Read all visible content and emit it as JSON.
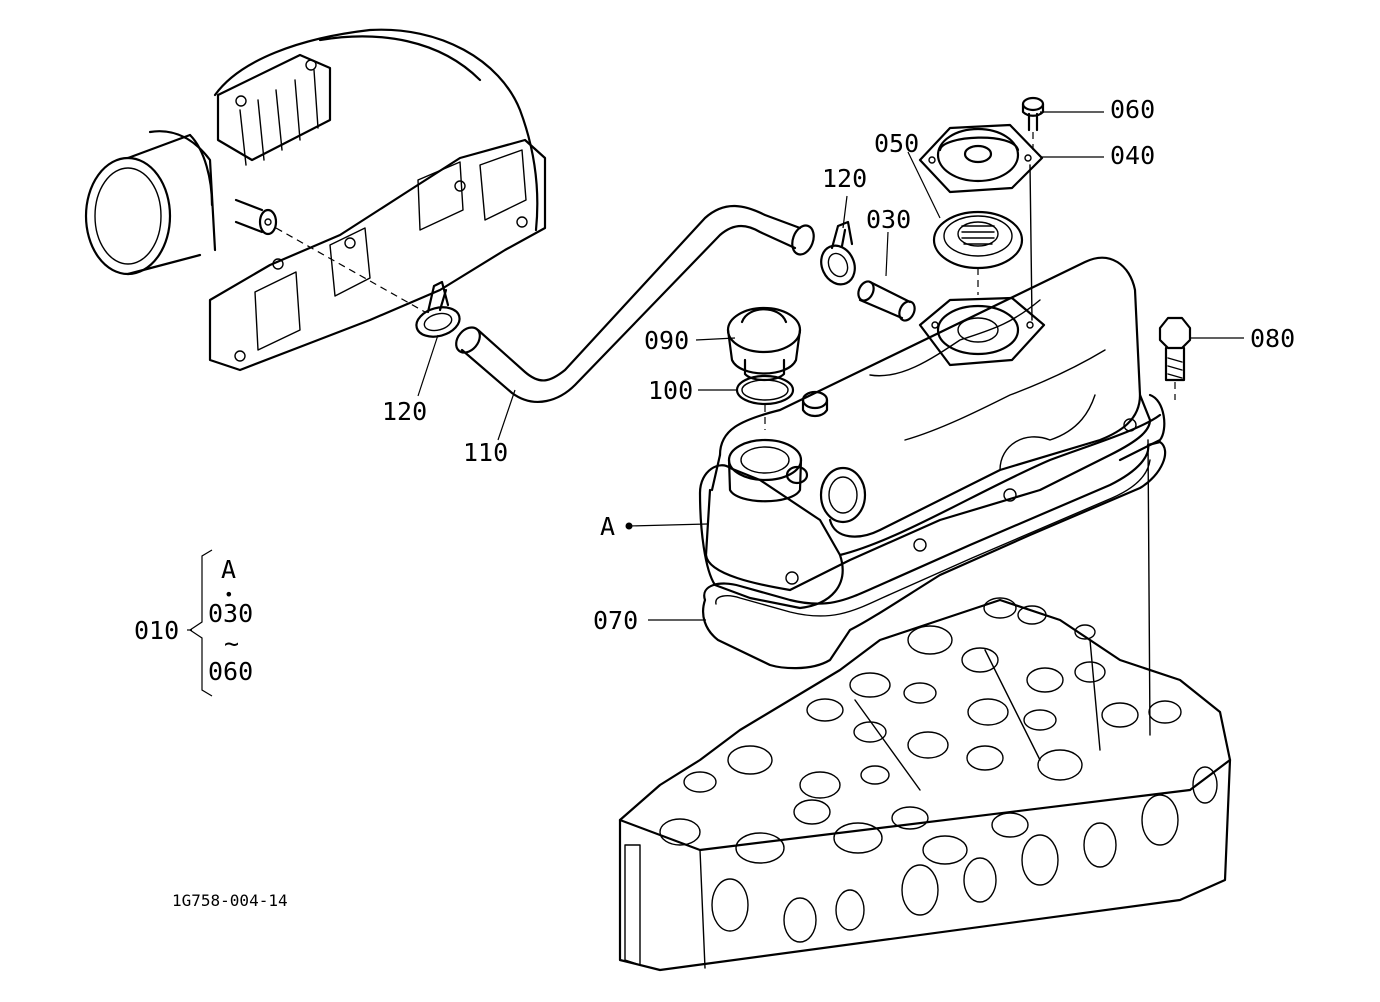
{
  "drawing_code": "1G758-004-14",
  "callouts": {
    "c060": "060",
    "c040": "040",
    "c050": "050",
    "c120a": "120",
    "c030": "030",
    "c080": "080",
    "c090": "090",
    "c100": "100",
    "c120b": "120",
    "c110": "110",
    "cA": "A",
    "c070": "070"
  },
  "assembly": {
    "number": "010",
    "from_ref": "A",
    "dot": "•",
    "mid": "030",
    "tilde": "~",
    "to": "060"
  }
}
